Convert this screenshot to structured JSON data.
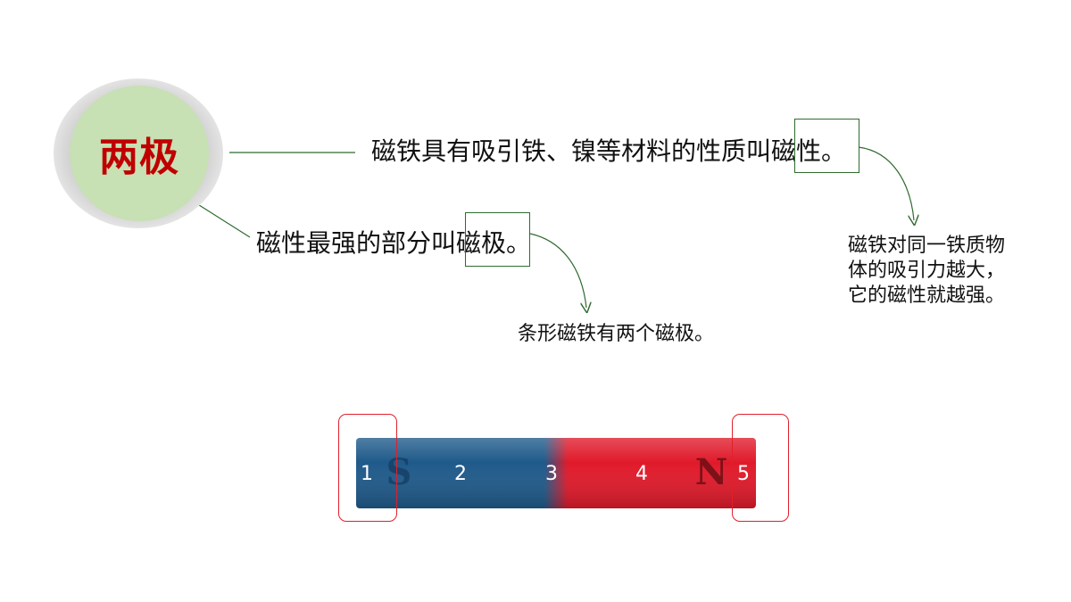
{
  "title": "两极",
  "statement_magnetism": "磁铁具有吸引铁、镍等材料的性质叫磁性。",
  "statement_poles": "磁性最强的部分叫磁极。",
  "note_attraction": [
    "磁铁对同一铁质物",
    "体的吸引力越大，",
    "它的磁性就越强。"
  ],
  "note_bar_magnet": "条形磁铁有两个磁极。",
  "magnet": {
    "segment_numbers": [
      "1",
      "2",
      "3",
      "4",
      "5"
    ],
    "south_letter": "S",
    "north_letter": "N",
    "colors": {
      "south": "#1f5a8a",
      "north": "#e01a2b"
    }
  },
  "colors": {
    "title": "#c00000",
    "circle_fill": "#c7e0b4",
    "connector": "#2f6b2f",
    "highlight_box": "#e0202a"
  }
}
